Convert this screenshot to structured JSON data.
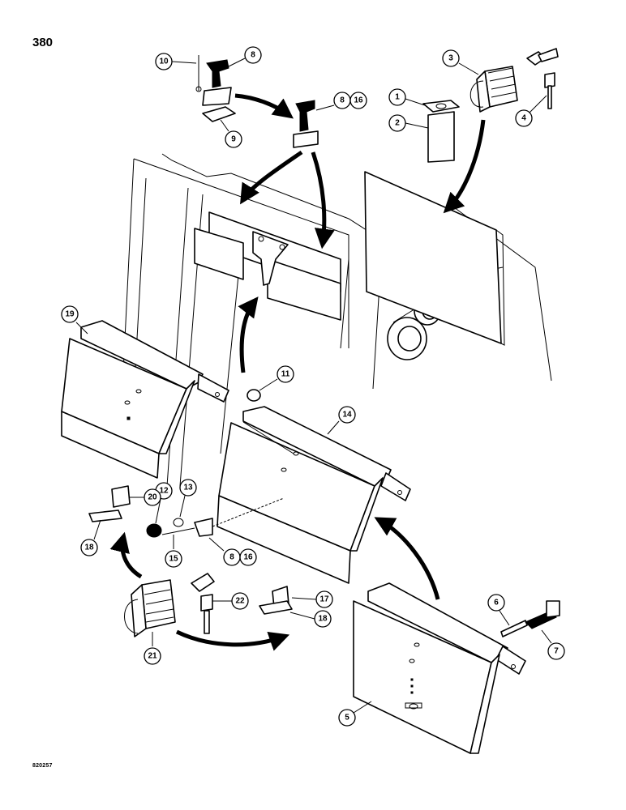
{
  "page": {
    "number": "380",
    "drawing_code": "820257"
  },
  "callouts": [
    {
      "id": "c1",
      "label": "1",
      "part": "plate"
    },
    {
      "id": "c2",
      "label": "2",
      "part": "bracket"
    },
    {
      "id": "c3",
      "label": "3",
      "part": "padlock"
    },
    {
      "id": "c4",
      "label": "4",
      "part": "keys"
    },
    {
      "id": "c5",
      "label": "5",
      "part": "cover"
    },
    {
      "id": "c6",
      "label": "6",
      "part": "pin"
    },
    {
      "id": "c7",
      "label": "7",
      "part": "latch"
    },
    {
      "id": "c8a",
      "label": "8",
      "part": "latch"
    },
    {
      "id": "c8b",
      "label": "8",
      "part": "latch"
    },
    {
      "id": "c16b",
      "label": "16",
      "part": "latch"
    },
    {
      "id": "c8c",
      "label": "8",
      "part": "latch"
    },
    {
      "id": "c16c",
      "label": "16",
      "part": "latch"
    },
    {
      "id": "c9",
      "label": "9",
      "part": "plate"
    },
    {
      "id": "c10",
      "label": "10",
      "part": "pin"
    },
    {
      "id": "c11",
      "label": "11",
      "part": "plug"
    },
    {
      "id": "c12",
      "label": "12",
      "part": "knob"
    },
    {
      "id": "c13",
      "label": "13",
      "part": "washer"
    },
    {
      "id": "c14",
      "label": "14",
      "part": "cover"
    },
    {
      "id": "c15",
      "label": "15",
      "part": "bolt"
    },
    {
      "id": "c17",
      "label": "17",
      "part": "bracket"
    },
    {
      "id": "c18a",
      "label": "18",
      "part": "plate"
    },
    {
      "id": "c18b",
      "label": "18",
      "part": "plate"
    },
    {
      "id": "c19",
      "label": "19",
      "part": "cover"
    },
    {
      "id": "c20",
      "label": "20",
      "part": "bracket"
    },
    {
      "id": "c21",
      "label": "21",
      "part": "padlock"
    },
    {
      "id": "c22",
      "label": "22",
      "part": "keys"
    }
  ]
}
